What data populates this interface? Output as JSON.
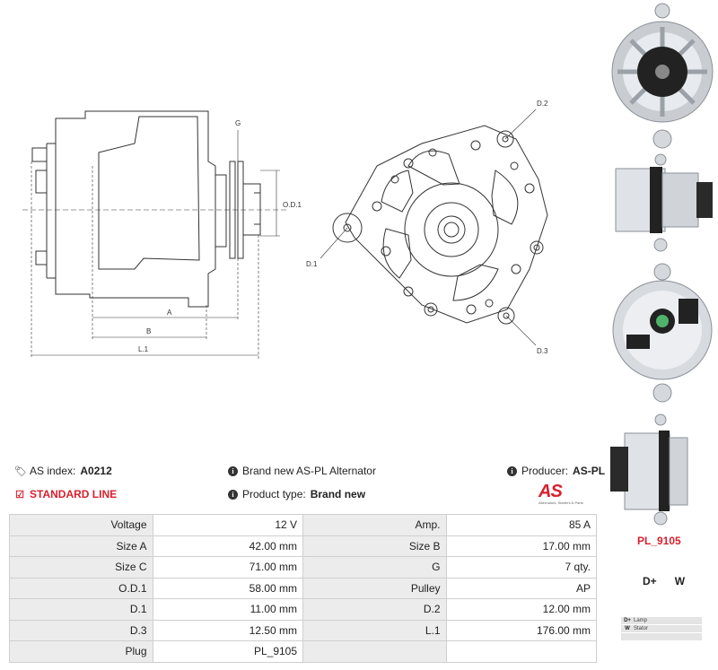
{
  "drawing": {
    "side_labels": {
      "g": "G",
      "od1": "O.D.1",
      "a": "A",
      "b": "B",
      "l1": "L.1"
    },
    "front_labels": {
      "d1": "D.1",
      "d2": "D.2",
      "d3": "D.3"
    }
  },
  "info": {
    "as_index_label": "AS index:",
    "as_index_value": "A0212",
    "standard_line": "STANDARD LINE",
    "brand_text": "Brand new AS-PL Alternator",
    "product_type_label": "Product type:",
    "product_type_value": "Brand new",
    "producer_label": "Producer:",
    "producer_value": "AS-PL"
  },
  "logo": {
    "mark": "AS",
    "tagline": "Alternators, Starters & Parts"
  },
  "specs": [
    [
      "Voltage",
      "12 V",
      "Amp.",
      "85 A"
    ],
    [
      "Size A",
      "42.00 mm",
      "Size B",
      "17.00 mm"
    ],
    [
      "Size C",
      "71.00 mm",
      "G",
      "7 qty."
    ],
    [
      "O.D.1",
      "58.00 mm",
      "Pulley",
      "AP"
    ],
    [
      "D.1",
      "11.00 mm",
      "D.2",
      "12.00 mm"
    ],
    [
      "D.3",
      "12.50 mm",
      "L.1",
      "176.00 mm"
    ],
    [
      "Plug",
      "PL_9105",
      "",
      ""
    ]
  ],
  "plug": {
    "code": "PL_9105",
    "terminals": [
      "D+",
      "W"
    ],
    "legend": [
      {
        "pin": "D+",
        "desc": "Lamp"
      },
      {
        "pin": "W",
        "desc": "Stator"
      }
    ]
  },
  "colors": {
    "accent": "#d8202e",
    "header_cell": "#ececec",
    "border": "#cfcfcf"
  },
  "icons": [
    "tag-icon",
    "check-icon",
    "info-icon"
  ]
}
